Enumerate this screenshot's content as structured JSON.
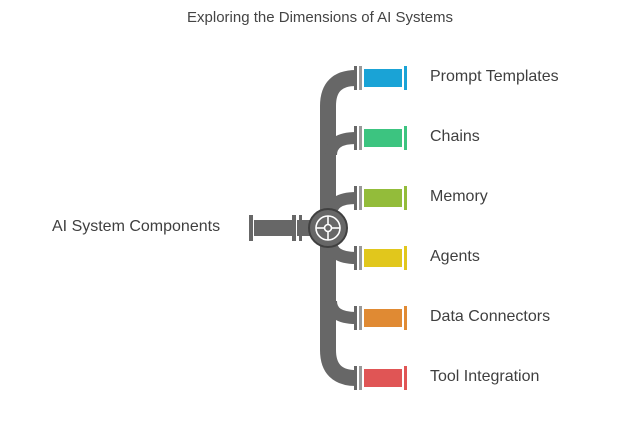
{
  "title": "Exploring the Dimensions of AI Systems",
  "source": {
    "label": "AI System Components"
  },
  "items": [
    {
      "label": "Prompt Templates",
      "color": "#1AA3D6"
    },
    {
      "label": "Chains",
      "color": "#3CC480"
    },
    {
      "label": "Memory",
      "color": "#93BC3A"
    },
    {
      "label": "Agents",
      "color": "#E1C71C"
    },
    {
      "label": "Data Connectors",
      "color": "#E08A33"
    },
    {
      "label": "Tool Integration",
      "color": "#E05555"
    }
  ],
  "colors": {
    "pipe": "#676767",
    "flange_gray": "#9a9a9a",
    "hub_fill": "#676767",
    "hub_stroke": "#3d3d3d"
  }
}
